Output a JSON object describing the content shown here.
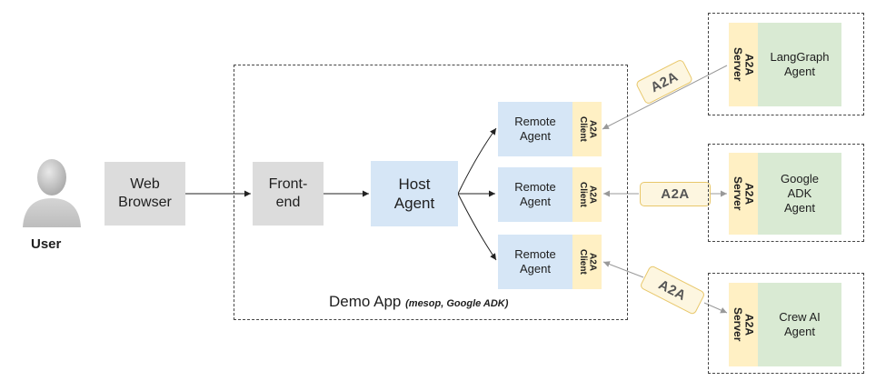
{
  "user": {
    "label": "User"
  },
  "web_browser": {
    "label": "Web\nBrowser"
  },
  "frontend": {
    "label": "Front-\nend"
  },
  "host_agent": {
    "label": "Host\nAgent"
  },
  "demo_app": {
    "title": "Demo App",
    "subtitle": "(mesop, Google ADK)"
  },
  "remote_agents": [
    {
      "label": "Remote\nAgent",
      "client": "A2A\nClient"
    },
    {
      "label": "Remote\nAgent",
      "client": "A2A\nClient"
    },
    {
      "label": "Remote\nAgent",
      "client": "A2A\nClient"
    }
  ],
  "protocol_pills": [
    "A2A",
    "A2A",
    "A2A"
  ],
  "servers": [
    {
      "server": "A2A\nServer",
      "agent": "LangGraph\nAgent"
    },
    {
      "server": "A2A\nServer",
      "agent": "Google\nADK\nAgent"
    },
    {
      "server": "A2A\nServer",
      "agent": "Crew AI\nAgent"
    }
  ],
  "colors": {
    "grey_box": "#dcdcdc",
    "blue_box": "#d6e6f6",
    "green_box": "#d9ead3",
    "yellow_strip": "#fff0c4",
    "pill_border": "#e8c76a"
  },
  "icons": {
    "user": "user-avatar-icon"
  }
}
